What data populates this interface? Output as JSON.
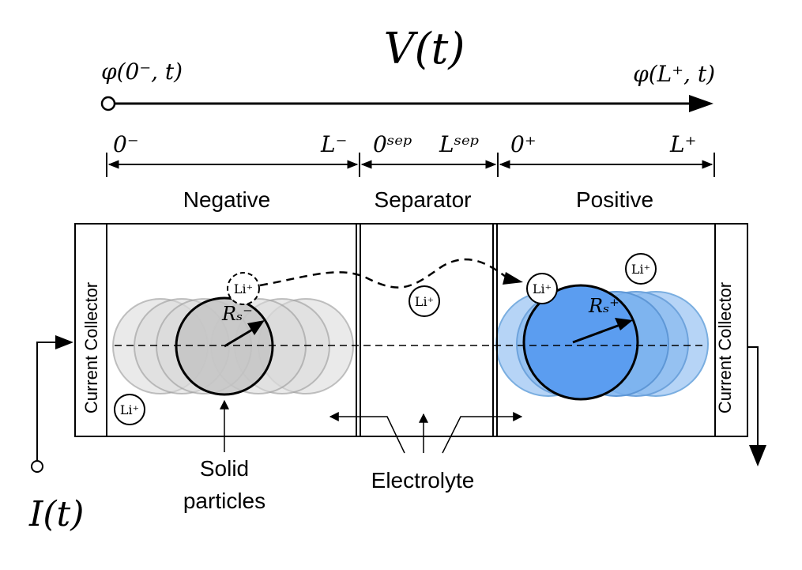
{
  "title": "V(t)",
  "potential_left": "φ(0⁻, t)",
  "potential_right": "φ(L⁺, t)",
  "current_label": "I(t)",
  "positions": {
    "zero_minus": "0⁻",
    "l_minus": "L⁻",
    "zero_sep": "0ˢᵉᵖ",
    "l_sep": "Lˢᵉᵖ",
    "zero_plus": "0⁺",
    "l_plus": "L⁺"
  },
  "regions": {
    "negative": "Negative",
    "separator": "Separator",
    "positive": "Positive"
  },
  "collectors": {
    "left": "Current Collector",
    "right": "Current Collector"
  },
  "radius_labels": {
    "negative": "Rₛ⁻",
    "positive": "Rₛ⁺"
  },
  "ion_label": "Li⁺",
  "annotations": {
    "solid_particles_line1": "Solid",
    "solid_particles_line2": "particles",
    "electrolyte": "Electrolyte"
  },
  "colors": {
    "negative_particle": "#c8c8c8",
    "negative_particle_main": "#bdbdbd",
    "positive_particle": "#8fbef0",
    "positive_particle_main": "#5b9df0",
    "stroke": "#000000"
  }
}
